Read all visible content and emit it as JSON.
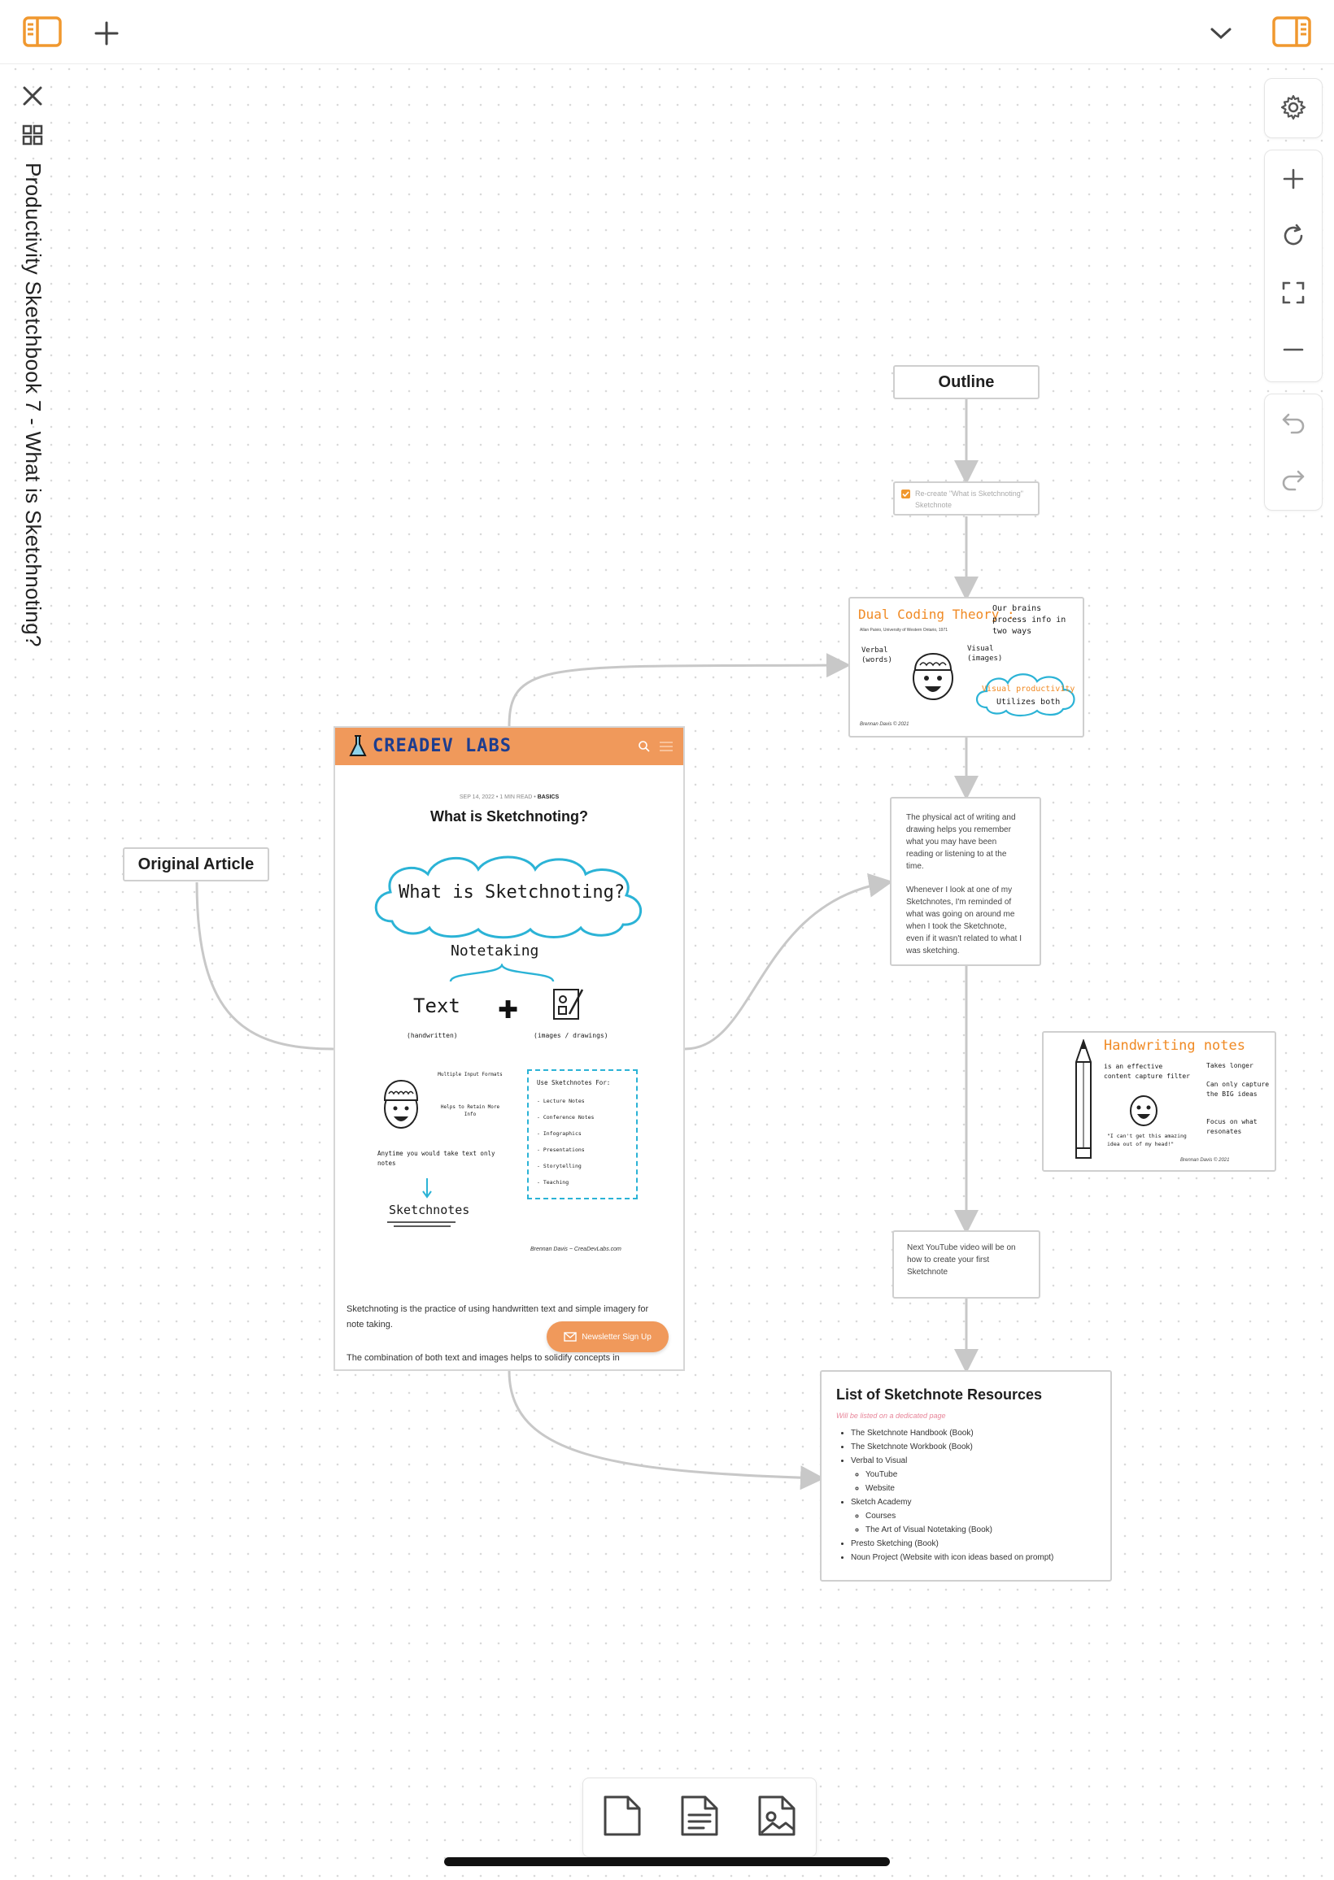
{
  "toolbar": {
    "left_sidebar_icon": "sidebar-left-icon",
    "add_icon": "plus-icon",
    "dropdown_icon": "chevron-down-icon",
    "right_sidebar_icon": "sidebar-right-icon"
  },
  "sidebar": {
    "title": "Productivity Sketchbook 7 - What is Sketchnoting?"
  },
  "nodes": {
    "outline": "Outline",
    "original_article": "Original Article",
    "task": "Re-create \"What is Sketchnoting\" Sketchnote",
    "dual_coding": {
      "title": "Dual Coding Theory :",
      "subtitle": "Our brains process info in two ways",
      "citation": "Allan Paivio, University of Western Ontario, 1971",
      "verbal": "Verbal (words)",
      "visual": "Visual (images)",
      "cloud": "Visual productivity",
      "cloud_sub": "Utilizes both",
      "signature": "Brennan Davis © 2021"
    },
    "note_physical": {
      "p1": "The physical act of writing and drawing helps you remember what you may have been reading or listening to at the time.",
      "p2": "Whenever I look at one of my Sketchnotes, I'm reminded of what was going on around me when I took the Sketchnote, even if it wasn't related to what I was sketching."
    },
    "handwriting": {
      "title": "Handwriting notes",
      "line1": "is an effective content capture filter",
      "takes_longer": "Takes longer",
      "capture": "Can only capture the BIG ideas",
      "focus": "Focus on what resonates",
      "quote": "\"I can't get this amazing idea out of my head!\"",
      "signature": "Brennan Davis © 2021"
    },
    "next_video": "Next YouTube video will be on how to create your first Sketchnote",
    "resources": {
      "title": "List of Sketchnote Resources",
      "subtitle": "Will be listed on a dedicated page",
      "items": [
        "The Sketchnote Handbook (Book)",
        "The Sketchnote Workbook (Book)",
        "Verbal to Visual",
        "Sketch Academy",
        "Presto Sketching (Book)",
        "Noun Project (Website with icon ideas based on prompt)"
      ],
      "verbal_sub": [
        "YouTube",
        "Website"
      ],
      "academy_sub": [
        "Courses",
        "The Art of Visual Notetaking (Book)"
      ]
    }
  },
  "article": {
    "brand": "CREADEV LABS",
    "meta": "SEP 14, 2022 • 1 MIN READ •",
    "tag": "BASICS",
    "title": "What is Sketchnoting?",
    "sketch": {
      "cloud_title": "What is Sketchnoting?",
      "notetaking": "Notetaking",
      "text": "Text",
      "text_sub": "(handwritten)",
      "images_sub": "(images / drawings)",
      "multiple_input": "Multiple Input Formats",
      "helps": "Helps to Retain More Info",
      "anytime": "Anytime you would take text only notes",
      "sketchnotes": "Sketchnotes",
      "use_for": "Use Sketchnotes For:",
      "uses": [
        "Lecture Notes",
        "Conference Notes",
        "Infographics",
        "Presentations",
        "Storytelling",
        "Teaching"
      ],
      "signature": "Brennan Davis ~ CreaDevLabs.com"
    },
    "para1": "Sketchnoting is the practice of using handwritten text and simple imagery for note taking.",
    "para2": "The combination of both text and images helps to solidify concepts in",
    "newsletter": "Newsletter Sign Up"
  },
  "dock": {
    "items": [
      "blank-page-icon",
      "text-page-icon",
      "image-page-icon"
    ]
  },
  "colors": {
    "accent": "#f0982f",
    "article_header": "#f0995b",
    "sketch_blue": "#2bb3d6",
    "sketch_orange": "#f08a24"
  }
}
